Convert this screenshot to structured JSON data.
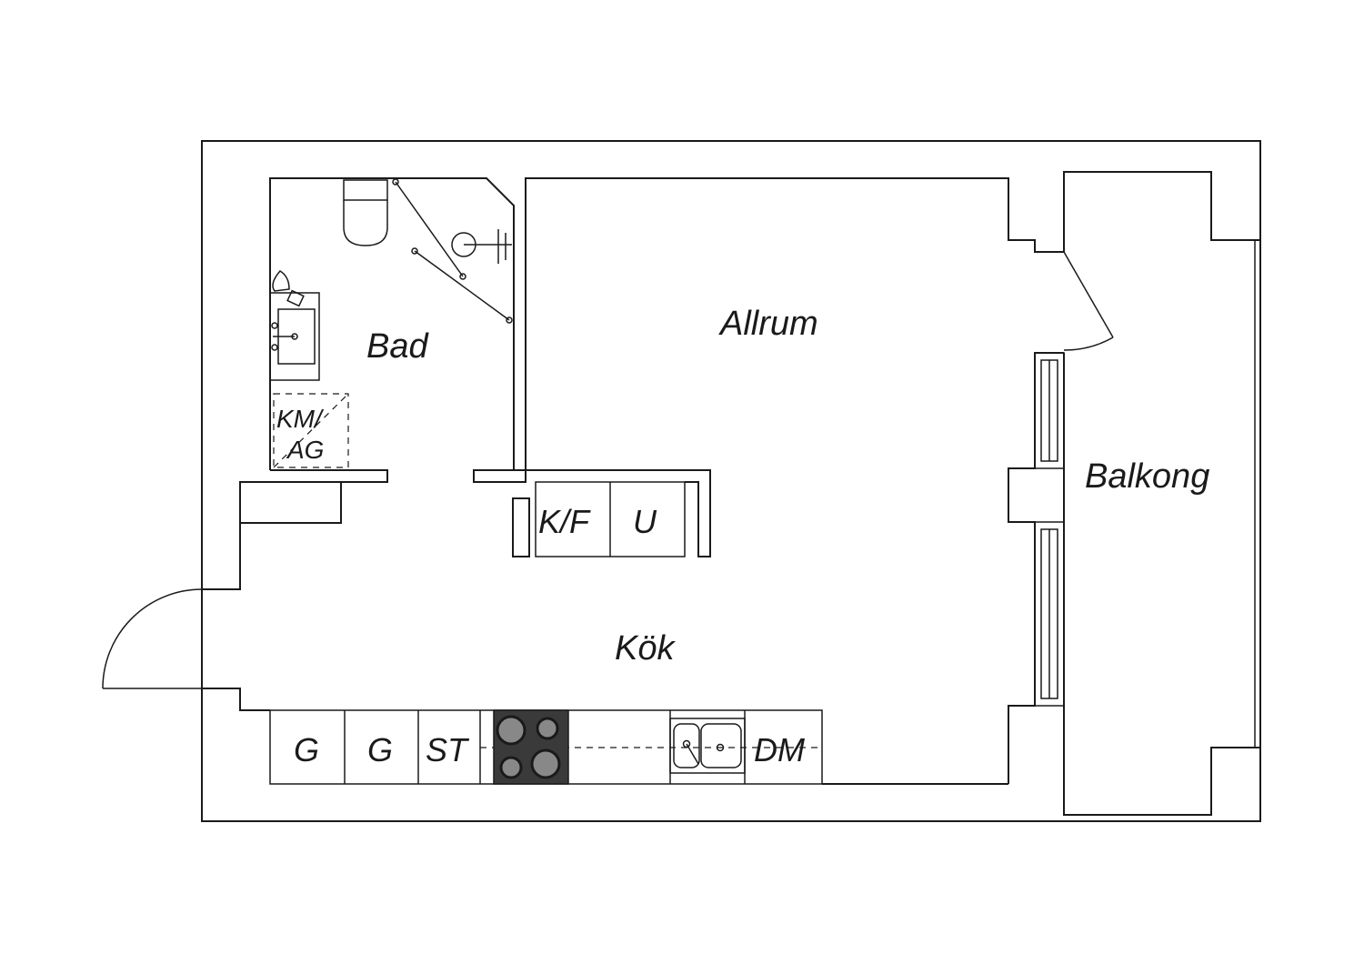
{
  "rooms": {
    "bad": "Bad",
    "allrum": "Allrum",
    "balkong": "Balkong",
    "kok": "Kök"
  },
  "fixtures": {
    "km_ag_line1": "KM/",
    "km_ag_line2": "AG",
    "kf": "K/F",
    "u": "U",
    "g1": "G",
    "g2": "G",
    "st": "ST",
    "dm": "DM"
  },
  "colors": {
    "line": "#1a1a1a",
    "stove": "#3a3a3a",
    "plate": "#888888"
  }
}
